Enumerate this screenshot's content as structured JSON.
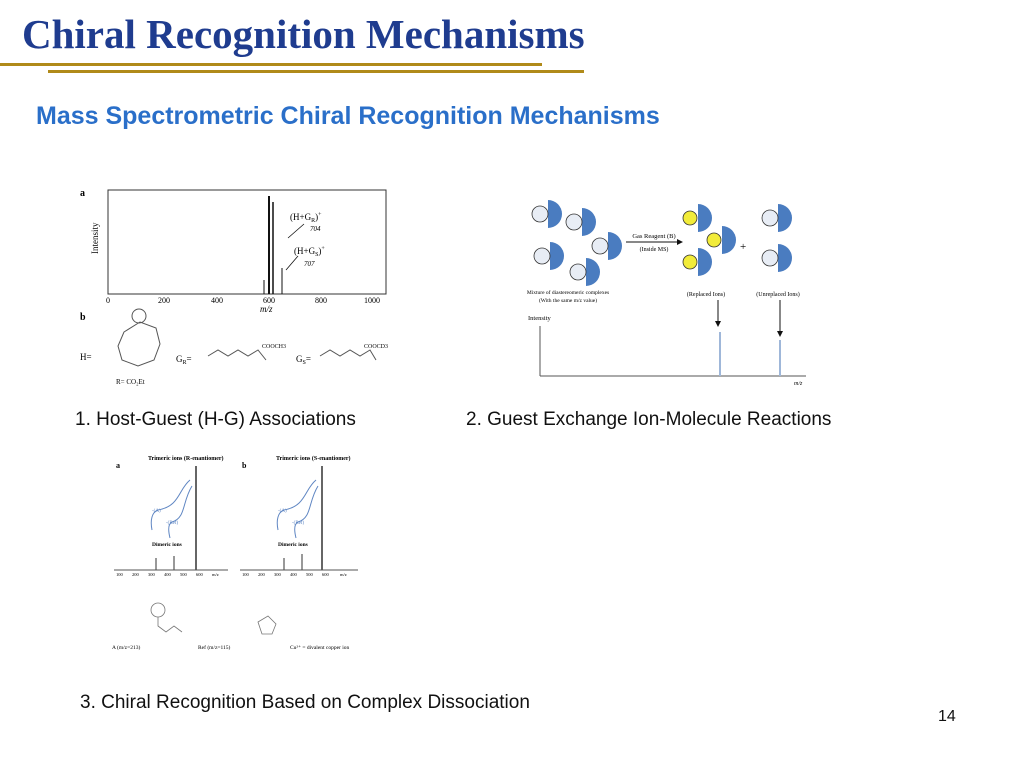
{
  "slide": {
    "title": "Chiral Recognition Mechanisms",
    "subtitle": "Mass Spectrometric Chiral Recognition Mechanisms",
    "page_number": "14"
  },
  "figure1": {
    "caption": "1. Host-Guest (H-G) Associations",
    "panel_a": "a",
    "panel_b": "b",
    "ylabel": "Intensity",
    "xlabel": "m/z",
    "ticks": [
      "0",
      "200",
      "400",
      "600",
      "800",
      "1000"
    ],
    "peak1_label": "(H+G",
    "peak1_sub": "R",
    "peak1_mass": "704",
    "peak2_label": "(H+G",
    "peak2_sub": "S",
    "peak2_mass": "707",
    "h_label": "H=",
    "gr_label": "G",
    "gs_label": "G",
    "r_group": "R= CO₂Et",
    "coo_r": "COOCH3",
    "coo_s": "COOCD3"
  },
  "figure2": {
    "caption": "2. Guest Exchange Ion-Molecule Reactions",
    "reagent": "Gas Reagent (B)",
    "reagent_sub": "(Inside MS)",
    "mixture_1": "Mixture of diastereomeric complexes",
    "mixture_2": "(With the same m/z value)",
    "replaced": "(Replaced Ions)",
    "unreplaced": "(Unreplaced Ions)",
    "ylabel": "Intensity",
    "xlabel": "m/z",
    "plus": "+"
  },
  "figure3": {
    "caption": "3. Chiral Recognition Based on Complex Dissociation",
    "panel_a": "a",
    "panel_b": "b",
    "title_a": "Trimeric ions (R-enantiomer)",
    "title_b": "Trimeric ions (S-enantiomer)",
    "dimeric": "Dimeric ions",
    "ticks": [
      "100",
      "200",
      "300",
      "400",
      "500",
      "600",
      "m/z"
    ],
    "loss_a": "-(A)",
    "loss_ref": "-(Ref)",
    "a_label": "A (m/z=213)",
    "ref_label": "Ref (m/z=115)",
    "cu_label": "Cu²⁺ = divalent copper ion"
  },
  "colors": {
    "title": "#1f3c8f",
    "subtitle": "#2a6fc9",
    "rule": "#b08a19",
    "host_blue": "#4a7cc0",
    "ion_yellow": "#f2ec3a"
  }
}
